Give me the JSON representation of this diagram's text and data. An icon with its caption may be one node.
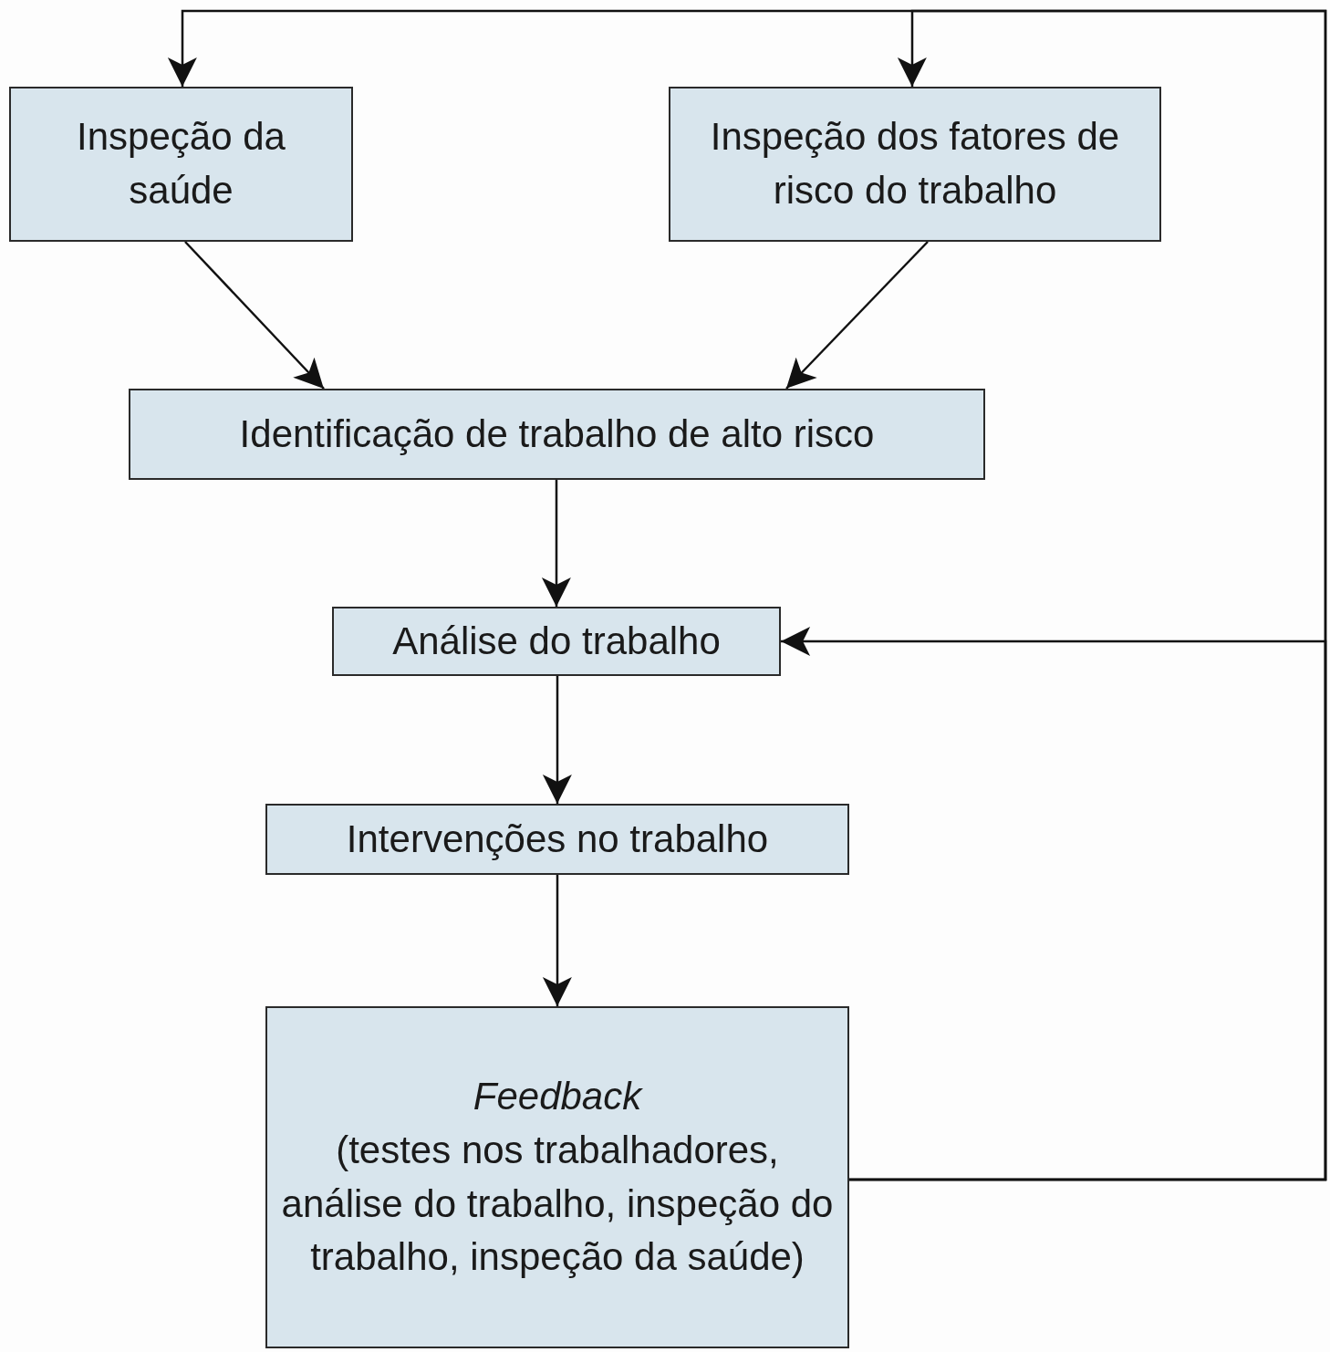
{
  "diagram": {
    "nodes": [
      {
        "text": [
          "Inspeção da saúde"
        ]
      },
      {
        "text": [
          "Inspeção dos fatores de risco do trabalho"
        ]
      },
      {
        "text": [
          "Identificação de trabalho de alto risco"
        ]
      },
      {
        "text": [
          "Análise do trabalho"
        ]
      },
      {
        "text": [
          "Intervenções no trabalho"
        ]
      },
      {
        "text": [
          "Feedback",
          "(testes nos trabalhadores, análise do trabalho, inspeção do trabalho, inspeção da saúde)"
        ]
      }
    ],
    "edges": [
      {
        "from": 0,
        "to": 2,
        "arrow": "to"
      },
      {
        "from": 1,
        "to": 2,
        "arrow": "to"
      },
      {
        "from": 2,
        "to": 3,
        "arrow": "to"
      },
      {
        "from": 3,
        "to": 4,
        "arrow": "to"
      },
      {
        "from": 4,
        "to": 5,
        "arrow": "to"
      },
      {
        "from": 5,
        "to": 0,
        "arrow": "to"
      },
      {
        "from": 5,
        "to": 1,
        "arrow": "to"
      },
      {
        "from": 5,
        "to": 3,
        "arrow": "to"
      }
    ]
  }
}
